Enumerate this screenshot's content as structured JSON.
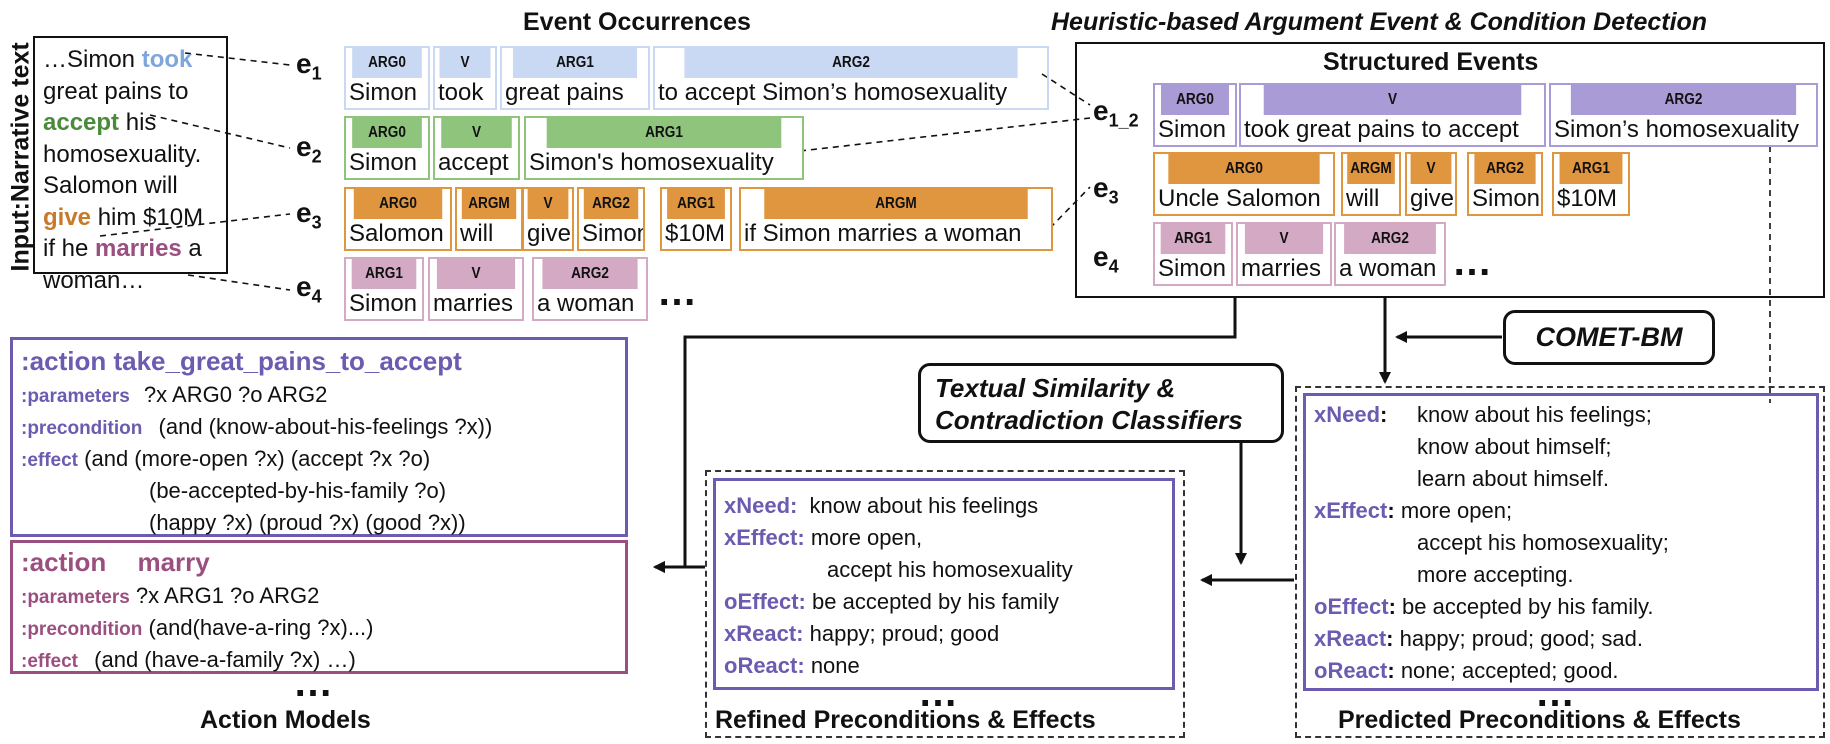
{
  "titles": {
    "event_occurrences": "Event Occurrences",
    "heuristic": "Heuristic-based Argument Event & Condition Detection",
    "structured_events": "Structured Events",
    "action_models": "Action Models",
    "refined": "Refined Preconditions & Effects",
    "predicted": "Predicted Preconditions & Effects",
    "input_label": "Input:Narrative text",
    "comet": "COMET-BM",
    "classifiers_line1": "Textual Similarity &",
    "classifiers_line2": "Contradiction Classifiers"
  },
  "narrative": {
    "l1a": "…Simon ",
    "took": "took",
    "l2": "great pains to",
    "accept": "accept",
    "l3b": " his",
    "l4": "homosexuality.",
    "l5": "Salomon will",
    "give": "give",
    "l6b": " him $10M",
    "l7a": "if he ",
    "marries": "marries",
    "l7b": " a",
    "l8": "woman…"
  },
  "event_ids": {
    "e1": "e",
    "e1s": "1",
    "e2": "e",
    "e2s": "2",
    "e3": "e",
    "e3s": "3",
    "e4": "e",
    "e4s": "4",
    "e12": "e",
    "e12s": "1_2",
    "se3": "e",
    "se3s": "3",
    "se4": "e",
    "se4s": "4"
  },
  "occurrences": {
    "e1": [
      {
        "h": "ARG0",
        "v": "Simon"
      },
      {
        "h": "V",
        "v": "took"
      },
      {
        "h": "ARG1",
        "v": "great pains"
      },
      {
        "h": "ARG2",
        "v": "to accept Simon’s homosexuality"
      }
    ],
    "e2": [
      {
        "h": "ARG0",
        "v": "Simon"
      },
      {
        "h": "V",
        "v": "accept"
      },
      {
        "h": "ARG1",
        "v": "Simon's homosexuality"
      }
    ],
    "e3": [
      {
        "h": "ARG0",
        "v": "Salomon"
      },
      {
        "h": "ARGM",
        "v": " will"
      },
      {
        "h": "V",
        "v": "give"
      },
      {
        "h": "ARG2",
        "v": "Simon"
      },
      {
        "h": "ARG1",
        "v": "$10M"
      },
      {
        "h": "ARGM",
        "v": "if Simon marries a woman"
      }
    ],
    "e4": [
      {
        "h": "ARG1",
        "v": "Simon"
      },
      {
        "h": "V",
        "v": "marries"
      },
      {
        "h": "ARG2",
        "v": "a woman"
      }
    ],
    "ellipsis": "…"
  },
  "structured": {
    "e12": [
      {
        "h": "ARG0",
        "v": "Simon"
      },
      {
        "h": "V",
        "v": "took great pains to accept"
      },
      {
        "h": "ARG2",
        "v": "Simon’s homosexuality"
      }
    ],
    "e3": [
      {
        "h": "ARG0",
        "v": "Uncle Salomon"
      },
      {
        "h": "ARGM",
        "v": "will"
      },
      {
        "h": "V",
        "v": "give"
      },
      {
        "h": "ARG2",
        "v": "Simon"
      },
      {
        "h": "ARG1",
        "v": "$10M"
      }
    ],
    "e4": [
      {
        "h": "ARG1",
        "v": "Simon"
      },
      {
        "h": "V",
        "v": "marries"
      },
      {
        "h": "ARG2",
        "v": "a woman"
      }
    ],
    "ellipsis": "…"
  },
  "action1": {
    "kw_action": ":action",
    "name": "take_great_pains_to_accept",
    "kw_parameters": ":parameters",
    "parameters": "?x ARG0 ?o ARG2",
    "kw_precondition": ":precondition",
    "precondition": "(and (know-about-his-feelings ?x))",
    "kw_effect": ":effect",
    "effect1": "(and (more-open ?x) (accept ?x ?o)",
    "effect2": "(be-accepted-by-his-family ?o)",
    "effect3": "(happy ?x) (proud ?x) (good ?x))"
  },
  "action2": {
    "kw_action": ":action",
    "name": "marry",
    "kw_parameters": ":parameters",
    "parameters": "?x ARG1 ?o ARG2",
    "kw_precondition": ":precondition",
    "precondition": "(and(have-a-ring ?x)...)",
    "kw_effect": ":effect",
    "effect1": "(and (have-a-family ?x) …)"
  },
  "action_ellipsis": "…",
  "refined": {
    "xneed_k": "xNeed:",
    "xneed": "know about his feelings",
    "xeffect_k": "xEffect:",
    "xeffect1": "more open,",
    "xeffect2": "accept his homosexuality",
    "oeffect_k": "oEffect:",
    "oeffect": "be accepted by his family",
    "xreact_k": "xReact:",
    "xreact": "happy; proud; good",
    "oreact_k": "oReact:",
    "oreact": "none",
    "ellipsis": "…"
  },
  "predicted": {
    "xneed_k": "xNeed",
    "colon": ":",
    "xneed1": "know about his feelings;",
    "xneed2": "know about himself;",
    "xneed3": "learn about himself.",
    "xeffect_k": "xEffect",
    "xeffect1": "more open;",
    "xeffect2": "accept his homosexuality;",
    "xeffect3": "more accepting.",
    "oeffect_k": "oEffect",
    "oeffect": "be accepted by his family.",
    "xreact_k": "xReact",
    "xreact": "happy; proud; good; sad.",
    "oreact_k": "oReact",
    "oreact": "none; accepted; good.",
    "ellipsis": "…"
  },
  "colors": {
    "blue": "#c9d9f3",
    "green": "#8fc47d",
    "orange": "#e0953f",
    "pink": "#d3a9c3",
    "purple": "#a99bd6",
    "purple_border": "#6c5bb0",
    "magenta_border": "#9b4f80"
  }
}
